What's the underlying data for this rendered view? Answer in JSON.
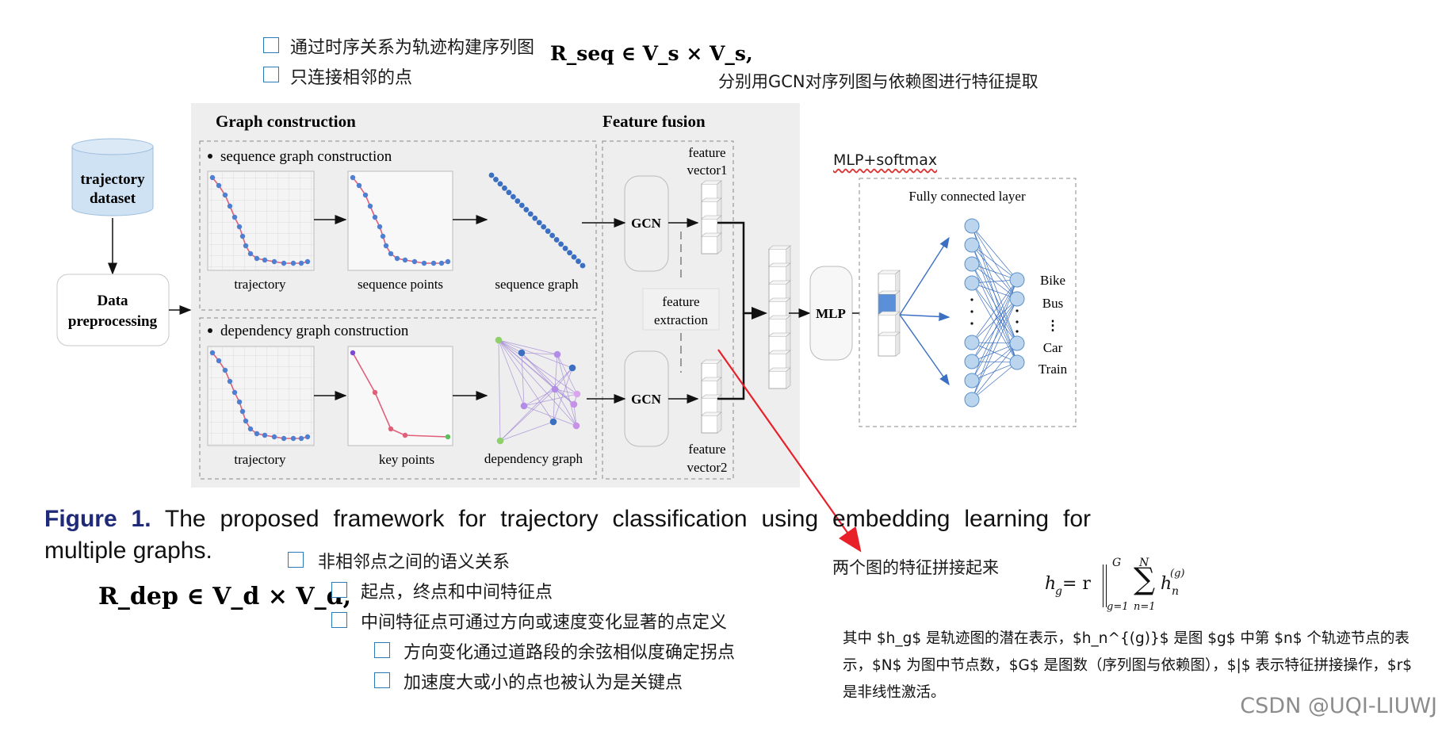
{
  "annotations": {
    "top_bullets": [
      "通过时序关系为轨迹构建序列图",
      "只连接相邻的点"
    ],
    "seq_formula": "R_seq ∈ V_s × V_s,",
    "gcn_note": "分别用GCN对序列图与依赖图进行特征提取",
    "mlp_note": "MLP+softmax",
    "bottom_bullets": [
      "非相邻点之间的语义关系",
      "起点，终点和中间特征点",
      "中间特征点可通过方向或速度变化显著的点定义",
      "方向变化通过道路段的余弦相似度确定拐点",
      "加速度大或小的点也被认为是关键点"
    ],
    "dep_formula": "R_dep ∈ V_d × V_d,",
    "concat_note": "两个图的特征拼接起来",
    "explanation": "其中 $h_g$ 是轨迹图的潜在表示，$h_n^{(g)}$ 是图 $g$ 中第 $n$ 个轨迹节点的表示，$N$ 为图中节点数，$G$ 是图数（序列图与依赖图），$|$ 表示特征拼接操作，$r$ 是非线性激活。"
  },
  "diagram": {
    "dataset_label_1": "trajectory",
    "dataset_label_2": "dataset",
    "preproc_label_1": "Data",
    "preproc_label_2": "preprocessing",
    "graph_construction_title": "Graph construction",
    "feature_fusion_title": "Feature fusion",
    "seq_section": "sequence graph construction",
    "dep_section": "dependency graph construction",
    "seq_captions": [
      "trajectory",
      "sequence points",
      "sequence graph"
    ],
    "dep_captions": [
      "trajectory",
      "key points",
      "dependency graph"
    ],
    "gcn": "GCN",
    "feature_vector1": [
      "feature",
      "vector1"
    ],
    "feature_vector2": [
      "feature",
      "vector2"
    ],
    "feature_extraction": [
      "feature",
      "extraction"
    ],
    "mlp": "MLP",
    "fc_title": "Fully connected layer",
    "classes": [
      "Bike",
      "Bus",
      "⋮",
      "Car",
      "Train"
    ]
  },
  "caption": {
    "fig_label": "Figure 1.",
    "text": " The proposed framework for trajectory classification using embedding learning for multiple graphs."
  },
  "formula": {
    "lhs": "h",
    "sub_g": "g",
    "eq": " = r",
    "sup_G": "G",
    "sub_g1": "g=1",
    "sup_N": "N",
    "sub_n1": "n=1",
    "sum_h": "h",
    "sub_n": "n",
    "sup_g": "(g)"
  },
  "watermark": "CSDN @UQI-LIUWJ",
  "colors": {
    "checkbox": "#2a7ab7",
    "figure_label": "#1f2a78",
    "red_arrow": "#e8202a",
    "node_fill": "#bcd5ee",
    "node_stroke": "#5a8fc7",
    "traj_line": "#e0607a",
    "traj_point": "#4f7fd0"
  }
}
